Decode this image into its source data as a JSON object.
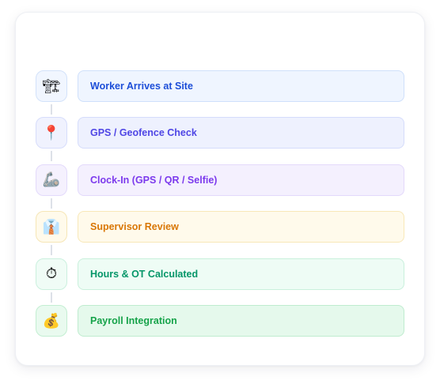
{
  "steps": [
    {
      "label": "Worker Arrives at Site",
      "icon": "construction-crane-icon",
      "glyph": "🏗",
      "text_color": "#1d4ed8",
      "bg_color": "#eff5ff",
      "border_color": "#cfe0fb",
      "icon_bg": "#f1f6ff",
      "icon_border": "#d3e2fa"
    },
    {
      "label": "GPS / Geofence Check",
      "icon": "round-pushpin-icon",
      "glyph": "📍",
      "text_color": "#4f46e5",
      "bg_color": "#eef1fe",
      "border_color": "#d5dcfb",
      "icon_bg": "#f0f2fe",
      "icon_border": "#d7ddfb"
    },
    {
      "label": "Clock-In (GPS / QR / Selfie)",
      "icon": "mechanical-arm-icon",
      "glyph": "🦾",
      "text_color": "#7c3aed",
      "bg_color": "#f4f0fe",
      "border_color": "#e3d9fb",
      "icon_bg": "#f5f1fe",
      "icon_border": "#e3dafb"
    },
    {
      "label": "Supervisor Review",
      "icon": "office-worker-icon",
      "glyph": "👔",
      "text_color": "#d97706",
      "bg_color": "#fffaeb",
      "border_color": "#f8e8b8",
      "icon_bg": "#fffaeb",
      "icon_border": "#f6e6b6"
    },
    {
      "label": "Hours & OT Calculated",
      "icon": "stopwatch-icon",
      "glyph": "⏱",
      "text_color": "#059669",
      "bg_color": "#eefcf5",
      "border_color": "#c9f0dc",
      "icon_bg": "#f0fcf6",
      "icon_border": "#cbf0de"
    },
    {
      "label": "Payroll Integration",
      "icon": "money-bag-icon",
      "glyph": "💰",
      "text_color": "#16a34a",
      "bg_color": "#e5f9ec",
      "border_color": "#bfeccf",
      "icon_bg": "#e9faef",
      "icon_border": "#c3eed2"
    }
  ]
}
